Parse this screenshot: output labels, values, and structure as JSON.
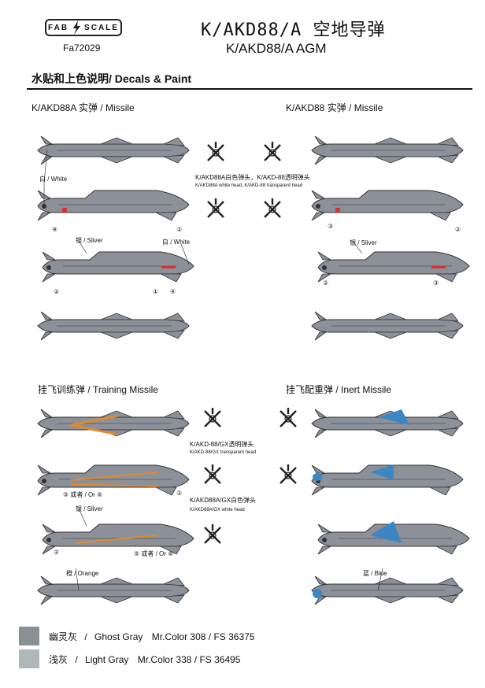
{
  "header": {
    "logo_left": "FAB",
    "logo_right": "SCALE",
    "code": "Fa72029",
    "title_cn": "K/AKD88/A 空地导弹",
    "title_en": "K/AKD88/A AGM",
    "section": "水贴和上色说明/ Decals & Paint"
  },
  "panels": {
    "tl_title": "K/AKD88A  实弹 / Missile",
    "tr_title": "K/AKD88  实弹 / Missile",
    "bl_title": "挂飞训练弹 / Training Missile",
    "br_title": "挂飞配重弹 / Inert Missile"
  },
  "callouts": {
    "white": "白 / White",
    "silver": "银 / Sliver",
    "orange": "橙 / Orange",
    "blue": "蓝 / Blue",
    "or5": "⑤ 或者 / Or ⑥",
    "n1": "①",
    "n2": "②",
    "n3": "③",
    "n4": "④"
  },
  "notes": {
    "note1_cn": "K/AKD88A白色弹头，K/AKD-88透明弹头",
    "note1_en": "K/AKD88A white head, K/AKD-88 transparent head",
    "note2_cn": "K/AKD-88/GX透明弹头",
    "note2_en": "K/AKD-88/GX transparent head",
    "note3_cn": "K/AKD88A/GX白色弹头",
    "note3_en": "K/AKD88A/GX white head"
  },
  "legend": [
    {
      "name_cn": "幽灵灰",
      "sep": "/",
      "name_en": "Ghost Gray",
      "spec": "Mr.Color 308 / FS 36375",
      "color": "#8a8f96"
    },
    {
      "name_cn": "浅灰",
      "sep": "/",
      "name_en": "Light Gray",
      "spec": "Mr.Color 338 / FS 36495",
      "color": "#aeb8ba"
    }
  ],
  "colors": {
    "ghost": "#8a8f96",
    "body": "#8c9199",
    "orange": "#e08a2e",
    "blue": "#3d86c4",
    "red": "#d8303a"
  }
}
